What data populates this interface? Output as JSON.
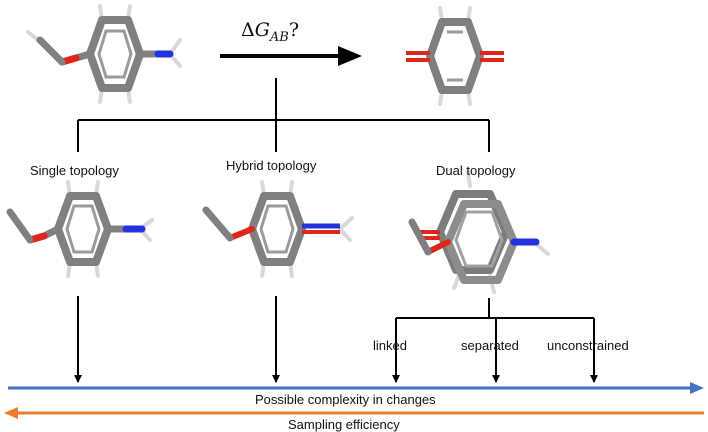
{
  "reaction": {
    "delta": "Δ",
    "symbol": "G",
    "subscript": "AB",
    "question": "?"
  },
  "topologies": [
    "Single topology",
    "Hybrid topology",
    "Dual topology"
  ],
  "dual_variants": [
    "linked",
    "separated",
    "unconstrained"
  ],
  "axes": {
    "complexity": {
      "label": "Possible complexity in changes",
      "color": "#4472c4"
    },
    "efficiency": {
      "label": "Sampling efficiency",
      "color": "#ed7d31"
    }
  },
  "colors": {
    "carbon": "#8c8c8c",
    "oxygen": "#e0251b",
    "nitrogen": "#2233dd",
    "hydrogen": "#d4d4d4"
  }
}
